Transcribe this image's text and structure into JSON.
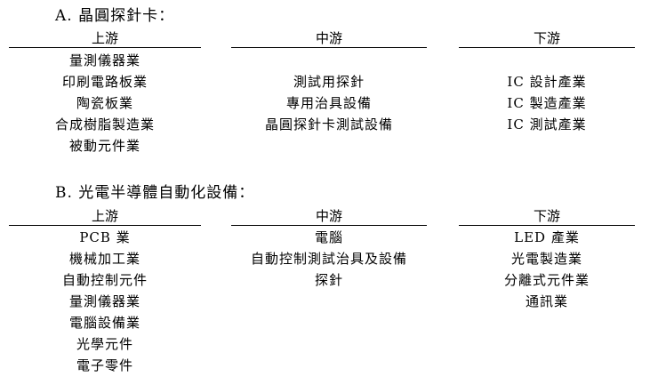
{
  "sections": [
    {
      "title": "A. 晶圓探針卡：",
      "columns": [
        {
          "header": "上游",
          "items": [
            "量測儀器業",
            "印刷電路板業",
            "陶瓷板業",
            "合成樹脂製造業",
            "被動元件業"
          ]
        },
        {
          "header": "中游",
          "items": [
            "",
            "測試用探針",
            "專用治具設備",
            "晶圓探針卡測試設備"
          ]
        },
        {
          "header": "下游",
          "items": [
            "",
            "IC 設計產業",
            "IC 製造產業",
            "IC 測試產業"
          ]
        }
      ]
    },
    {
      "title": "B. 光電半導體自動化設備：",
      "columns": [
        {
          "header": "上游",
          "items": [
            "PCB 業",
            "機械加工業",
            "自動控制元件",
            "量測儀器業",
            "電腦設備業",
            "光學元件",
            "電子零件"
          ]
        },
        {
          "header": "中游",
          "items": [
            "電腦",
            "自動控制測試治具及設備",
            "探針"
          ]
        },
        {
          "header": "下游",
          "items": [
            "LED 產業",
            "光電製造業",
            "分離式元件業",
            "通訊業"
          ]
        }
      ]
    }
  ]
}
